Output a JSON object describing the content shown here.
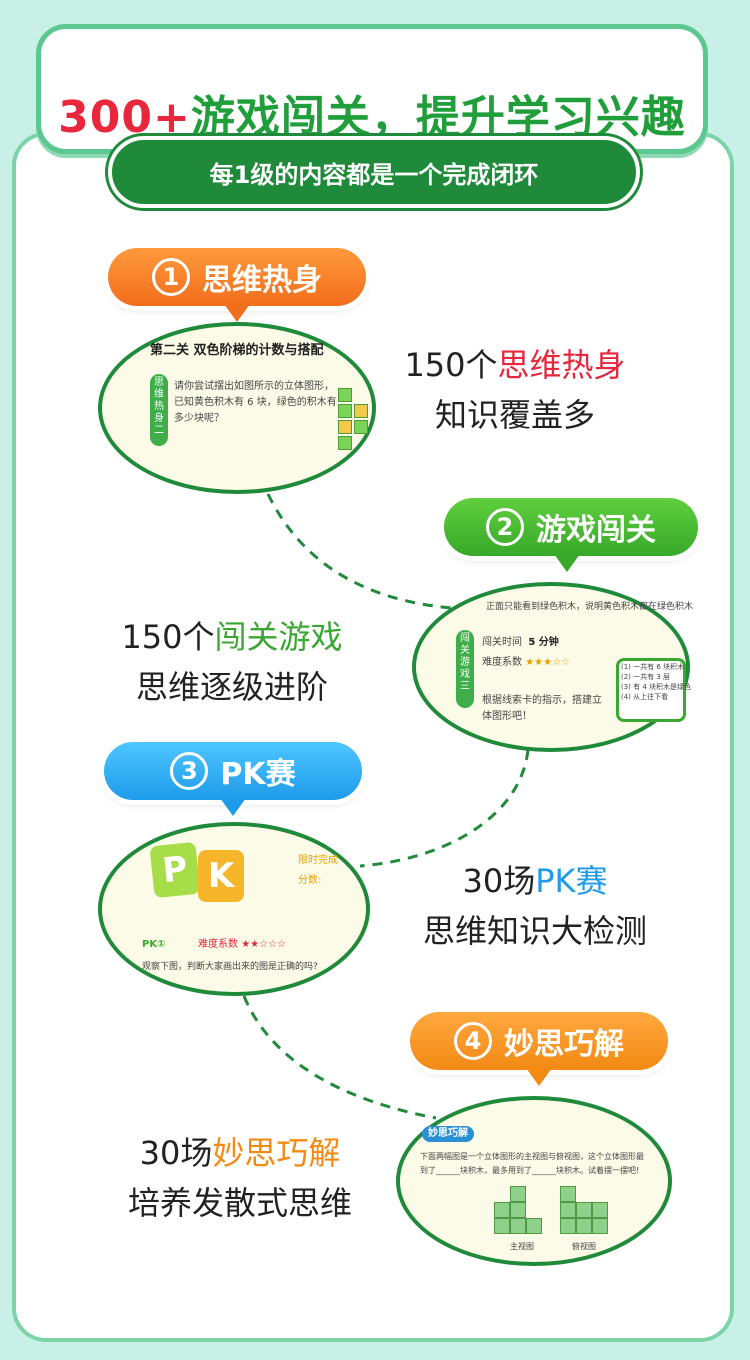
{
  "header": {
    "title_num": "300+",
    "title_rest": "游戏闯关，提升学习兴趣",
    "subtitle": "每1级的内容都是一个完成闭环"
  },
  "steps": [
    {
      "num": "1",
      "label": "思维热身",
      "color": "#f26d1c",
      "desc_count": "150个",
      "desc_hl": "思维热身",
      "desc_line2": "知识覆盖多",
      "shot": {
        "heading": "第二关  双色阶梯的计数与搭配",
        "side": "思维热身二",
        "q1": "请你尝试摆出如图所示的立体图形，",
        "q2": "已知黄色积木有 6 块，绿色的积木有",
        "q3": "多少块呢？"
      }
    },
    {
      "num": "2",
      "label": "游戏闯关",
      "color": "#38a82a",
      "desc_count": "150个",
      "desc_hl": "闯关游戏",
      "desc_line2": "思维逐级进阶",
      "shot": {
        "top": "正面只能看到绿色积木，说明黄色积木都在绿色积木",
        "side": "闯关游戏三",
        "time_label": "闯关时间",
        "time_value": "5 分钟",
        "diff_label": "难度系数",
        "stars": "★★★☆☆",
        "q1": "根据线索卡的指示，搭建立",
        "q2": "体图形吧！",
        "card1": "(1) 一共有 6 块积木",
        "card2": "(2) 一共有 3 层",
        "card3": "(3) 有 4 块积木是绿色",
        "card4": "(4) 从上往下看"
      }
    },
    {
      "num": "3",
      "label": "PK赛",
      "color": "#1e9bea",
      "desc_count": "30场",
      "desc_hl": "PK赛",
      "desc_line2": "思维知识大检测",
      "shot": {
        "p": "P",
        "k": "K",
        "time_label": "限时完成",
        "score_label": "分数:",
        "badge": "PK①",
        "diff_label": "难度系数",
        "stars": "★★☆☆☆",
        "question": "观察下图，判断大家画出来的图是正确的吗?"
      }
    },
    {
      "num": "4",
      "label": "妙思巧解",
      "color": "#f28a14",
      "desc_count": "30场",
      "desc_hl": "妙思巧解",
      "desc_line2": "培养发散式思维",
      "shot": {
        "badge": "妙思巧解",
        "q1": "下面两幅图是一个立体图形的主视图与俯视图，这个立体图形最",
        "q2": "到了______块积木，最多用到了______块积木。试着摆一摆吧!",
        "front": "主视图",
        "top": "俯视图"
      }
    }
  ]
}
